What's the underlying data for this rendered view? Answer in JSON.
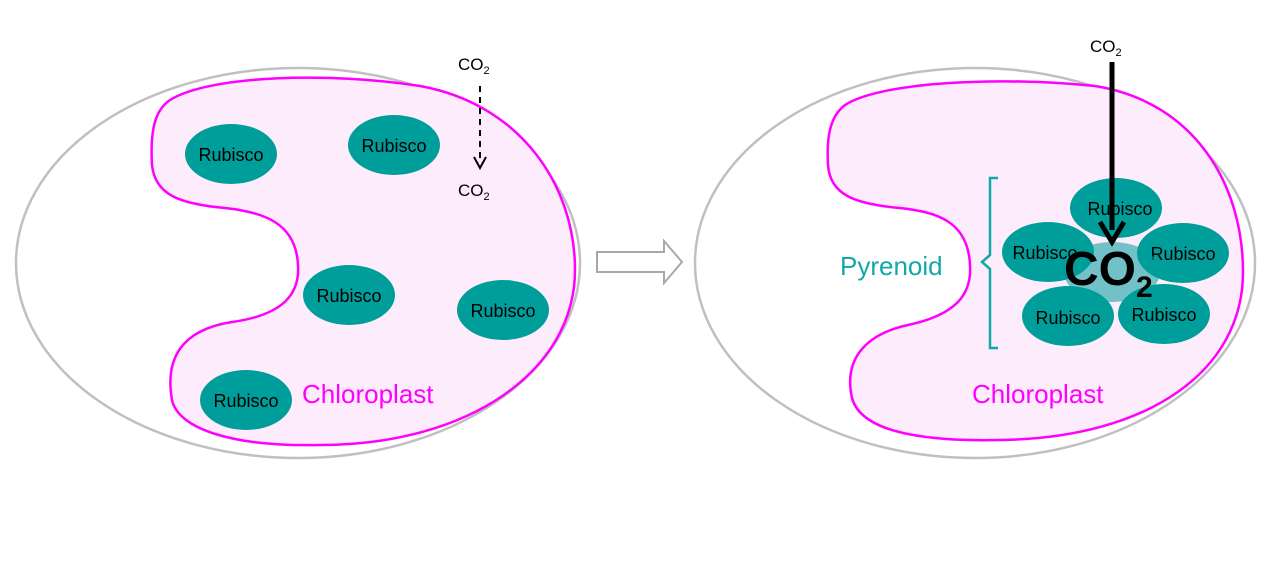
{
  "left_panel": {
    "rubisco_labels": [
      "Rubisco",
      "Rubisco",
      "Rubisco",
      "Rubisco",
      "Rubisco"
    ],
    "chloroplast_label": "Chloroplast",
    "co2_top": {
      "base": "CO",
      "sub": "2"
    },
    "co2_bottom": {
      "base": "CO",
      "sub": "2"
    }
  },
  "right_panel": {
    "rubisco_labels": [
      "Rubisco",
      "Rubisco",
      "Rubisco",
      "Rubisco",
      "Rubisco"
    ],
    "chloroplast_label": "Chloroplast",
    "pyrenoid_label": "Pyrenoid",
    "co2_top": {
      "base": "CO",
      "sub": "2"
    },
    "co2_center": {
      "base": "CO",
      "sub": "2"
    }
  },
  "colors": {
    "cell_outline": "#c0c0c0",
    "chloroplast_stroke": "#ff00ff",
    "chloroplast_fill": "#fcecfc",
    "rubisco_fill": "#009e9a",
    "pyrenoid_color": "#12a8a8",
    "transition_arrow": "#a8a8a8"
  }
}
